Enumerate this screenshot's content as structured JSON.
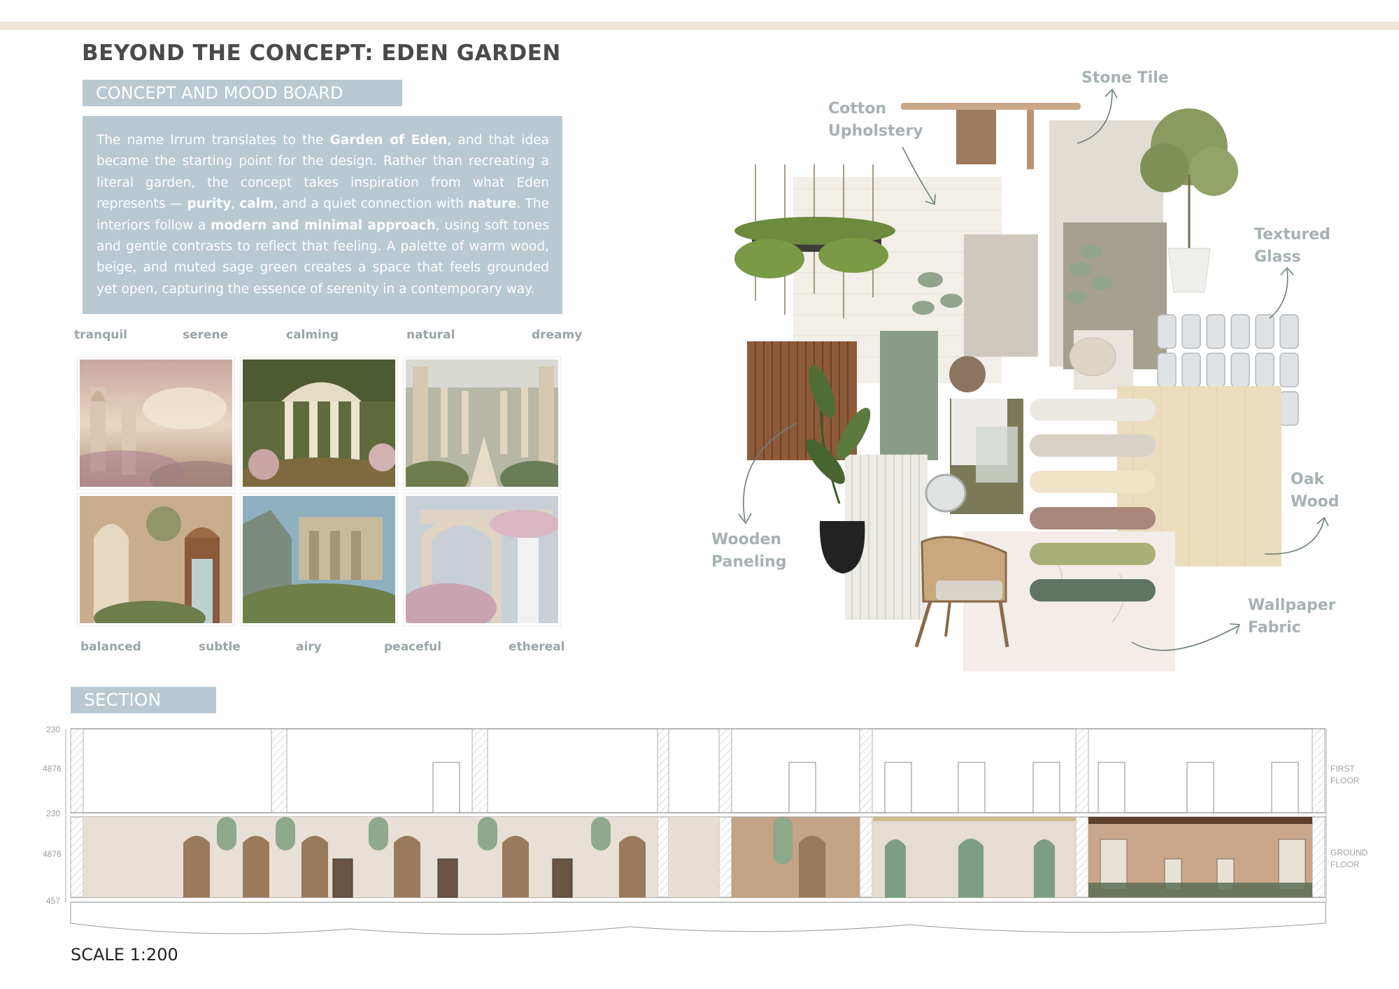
{
  "title": "BEYOND THE CONCEPT: EDEN GARDEN",
  "concept_tag": "CONCEPT AND MOOD BOARD",
  "description": {
    "p1": "The name Irrum translates to the ",
    "b1": "Garden of Eden",
    "p2": ", and that idea became the starting point for the design. Rather than recreating a literal garden, the concept takes inspiration from what Eden represents — ",
    "b2": "purity",
    "p3": ", ",
    "b3": "calm",
    "p4": ", and a quiet connection with ",
    "b4": "nature",
    "p5": ". The interiors follow a ",
    "b5": "modern and minimal approach",
    "p6": ", using soft tones and gentle contrasts to reflect that feeling. A palette of warm wood, beige, and muted sage green creates a space that feels grounded yet open, capturing the essence of serenity in a contemporary way."
  },
  "mood_words_top": [
    "tranquil",
    "serene",
    "calming",
    "natural",
    "dreamy"
  ],
  "mood_words_bottom": [
    "balanced",
    "subtle",
    "airy",
    "peaceful",
    "ethereal"
  ],
  "material_labels": {
    "stone_tile": "Stone Tile",
    "cotton_l1": "Cotton",
    "cotton_l2": "Upholstery",
    "glass_l1": "Textured",
    "glass_l2": "Glass",
    "oak_l1": "Oak",
    "oak_l2": "Wood",
    "panel_l1": "Wooden",
    "panel_l2": "Paneling",
    "wall_l1": "Wallpaper",
    "wall_l2": "Fabric"
  },
  "palette": [
    "#ece8e3",
    "#d8d1c6",
    "#efe3c8",
    "#a8867a",
    "#a9af78",
    "#5e7563"
  ],
  "section_tag": "SECTION",
  "section": {
    "dims": [
      "230",
      "4876",
      "230",
      "4876",
      "457"
    ],
    "first_floor_l1": "FIRST",
    "first_floor_l2": "FLOOR",
    "ground_floor_l1": "GROUND",
    "ground_floor_l2": "FLOOR"
  },
  "scale": "SCALE 1:200"
}
